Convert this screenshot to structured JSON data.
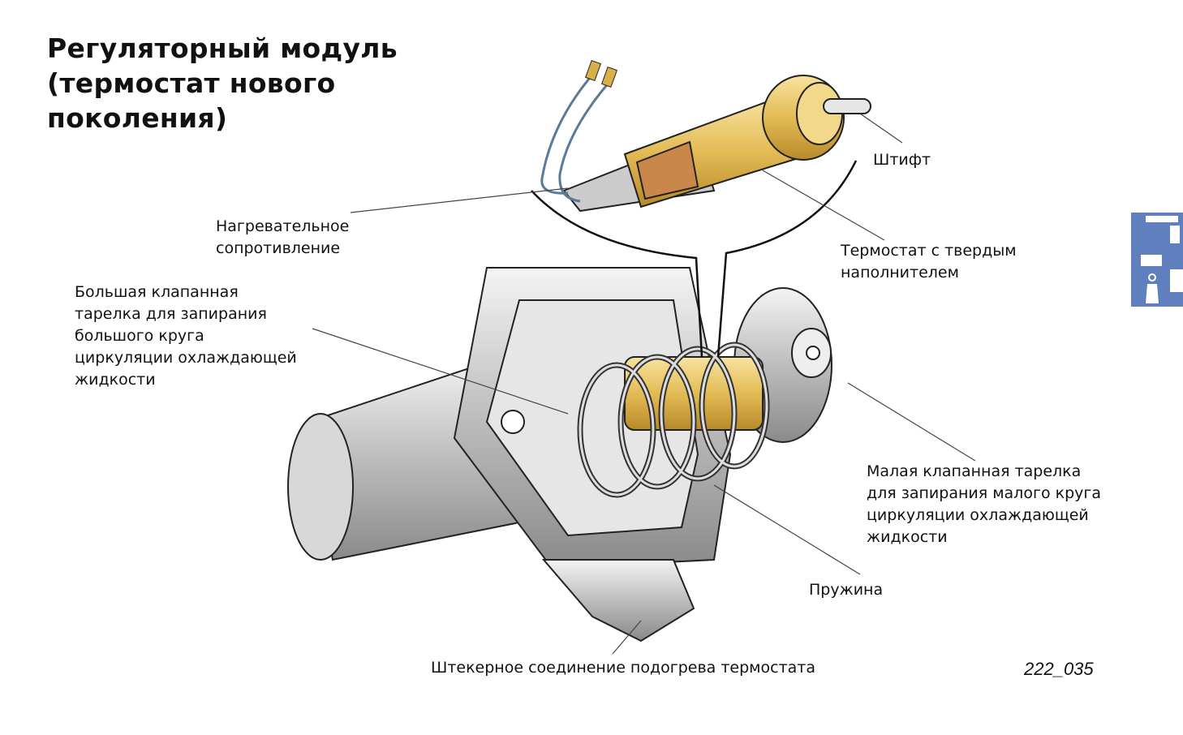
{
  "title": {
    "lines": [
      "Регуляторный модуль",
      "(термостат нового",
      "поколения)"
    ]
  },
  "labels": {
    "heater": [
      "Нагревательное",
      "сопротивление"
    ],
    "big_valve": [
      "Большая клапанная",
      "тарелка для запирания",
      "большого круга",
      "циркуляции охлаждающей",
      "жидкости"
    ],
    "pin": [
      "Штифт"
    ],
    "thermostat": [
      "Термостат с твердым",
      "наполнителем"
    ],
    "small_valve": [
      "Малая клапанная тарелка",
      "для запирания малого круга",
      "циркуляции охлаждающей",
      "жидкости"
    ],
    "spring": [
      "Пружина"
    ],
    "connector": [
      "Штекерное соединение подогрева термостата"
    ]
  },
  "figure_number": "222_035",
  "colors": {
    "tab": "#5f7fbf",
    "wax_element": "#e8c76a",
    "body": "#c8c8c8"
  }
}
